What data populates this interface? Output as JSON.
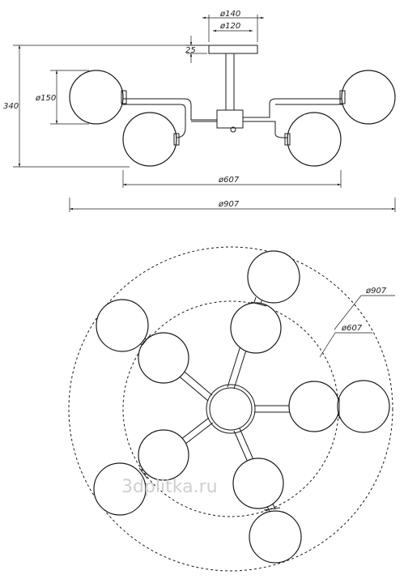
{
  "side_view": {
    "dim_canopy_outer": "ø140",
    "dim_canopy_inner": "ø120",
    "dim_canopy_height": "25",
    "dim_total_height": "340",
    "dim_shade": "ø150",
    "dim_inner_span": "ø607",
    "dim_outer_span": "ø907"
  },
  "top_view": {
    "dim_outer_circle": "ø907",
    "dim_inner_circle": "ø607"
  },
  "watermark": "3dplitka.ru"
}
